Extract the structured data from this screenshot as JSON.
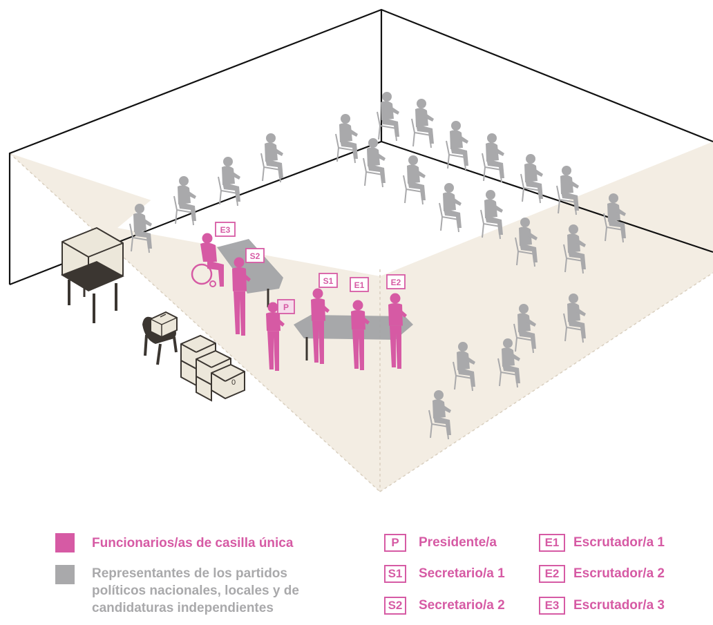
{
  "colors": {
    "officials": "#d65aa4",
    "representatives": "#a9a9ab",
    "floor": "#f3ede3",
    "outline": "#111111",
    "furniture": "#3b3631",
    "booth_fill": "#ece7da"
  },
  "scene": {
    "labels": [
      {
        "code": "E3"
      },
      {
        "code": "S2"
      },
      {
        "code": "S1"
      },
      {
        "code": "E1"
      },
      {
        "code": "E2"
      },
      {
        "code": "P"
      }
    ],
    "ballot_box_mark": "0"
  },
  "legend": {
    "officials_label": "Funcionarios/as de casilla única",
    "representatives_lines": [
      "Representantes de los partidos",
      "políticos nacionales, locales y de",
      "candidaturas independientes"
    ],
    "roles": [
      {
        "code": "P",
        "label": "Presidente/a"
      },
      {
        "code": "S1",
        "label": "Secretario/a 1"
      },
      {
        "code": "S2",
        "label": "Secretario/a 2"
      },
      {
        "code": "E1",
        "label": "Escrutador/a 1"
      },
      {
        "code": "E2",
        "label": "Escrutador/a 2"
      },
      {
        "code": "E3",
        "label": "Escrutador/a 3"
      }
    ]
  }
}
